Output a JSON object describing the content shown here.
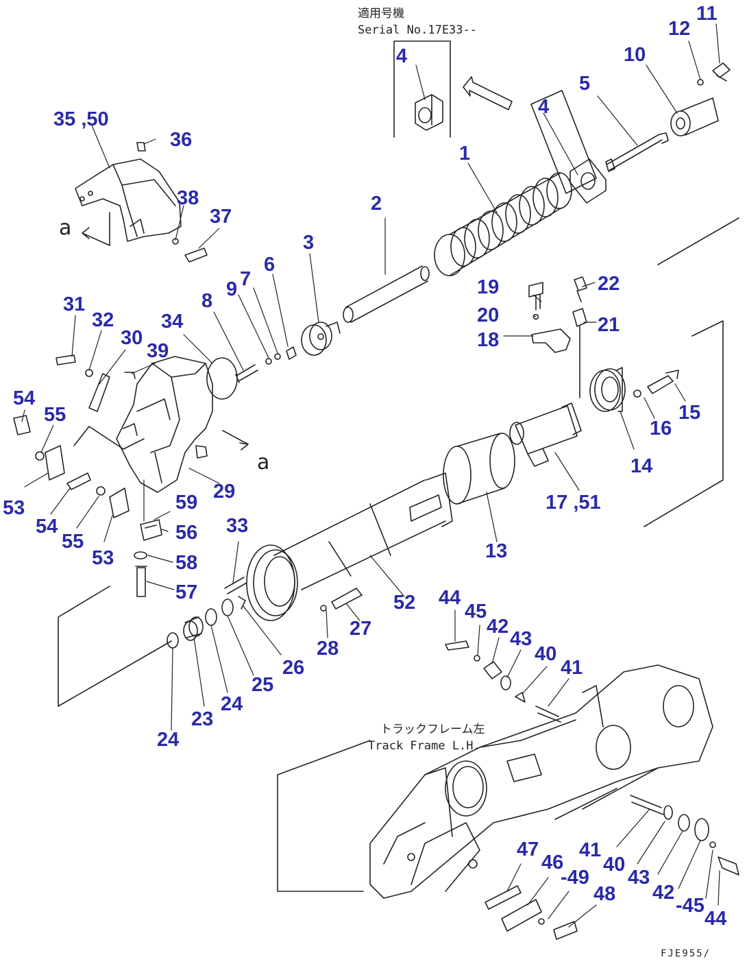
{
  "header": {
    "jp_note": "適用号機",
    "serial_note": "Serial No.17E33--"
  },
  "frame_note": {
    "jp": "トラックフレーム左",
    "en": "Track Frame L.H."
  },
  "view_marker": "a",
  "drawing_code": "FJE955/",
  "part_labels": [
    "1",
    "2",
    "3",
    "4",
    "4",
    "5",
    "6",
    "7",
    "8",
    "9",
    "10",
    "11",
    "12",
    "13",
    "14",
    "15",
    "16",
    "17 ,51",
    "18",
    "19",
    "20",
    "21",
    "22",
    "23",
    "24",
    "24",
    "25",
    "26",
    "27",
    "28",
    "29",
    "30",
    "31",
    "32",
    "33",
    "34",
    "35 ,50",
    "36",
    "37",
    "38",
    "39",
    "40",
    "40",
    "41",
    "41",
    "42",
    "42",
    "43",
    "43",
    "44",
    "44",
    "45",
    "-45",
    "46",
    "47",
    "48",
    "-49",
    "52",
    "53",
    "53",
    "54",
    "54",
    "55",
    "55",
    "56",
    "57",
    "58",
    "59"
  ],
  "colors": {
    "label": "#2a2aa8",
    "line": "#222222"
  }
}
